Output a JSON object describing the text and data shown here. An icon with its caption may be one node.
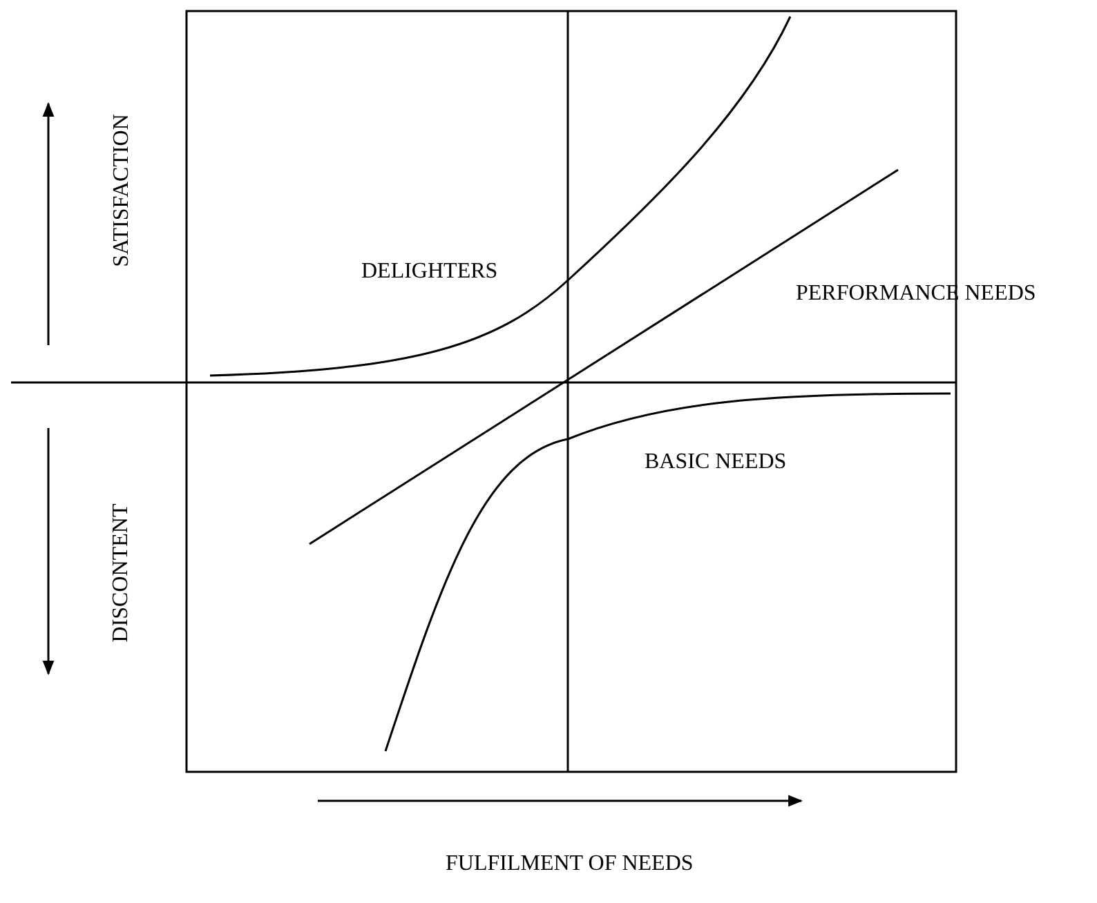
{
  "diagram": {
    "labels": [
      "SATISFACTION",
      "DELIGHTERS",
      "PERFORMANCE NEEDS",
      "BASIC NEEDS",
      "DISCONTENT",
      "FULFILMENT OF NEEDS"
    ]
  }
}
